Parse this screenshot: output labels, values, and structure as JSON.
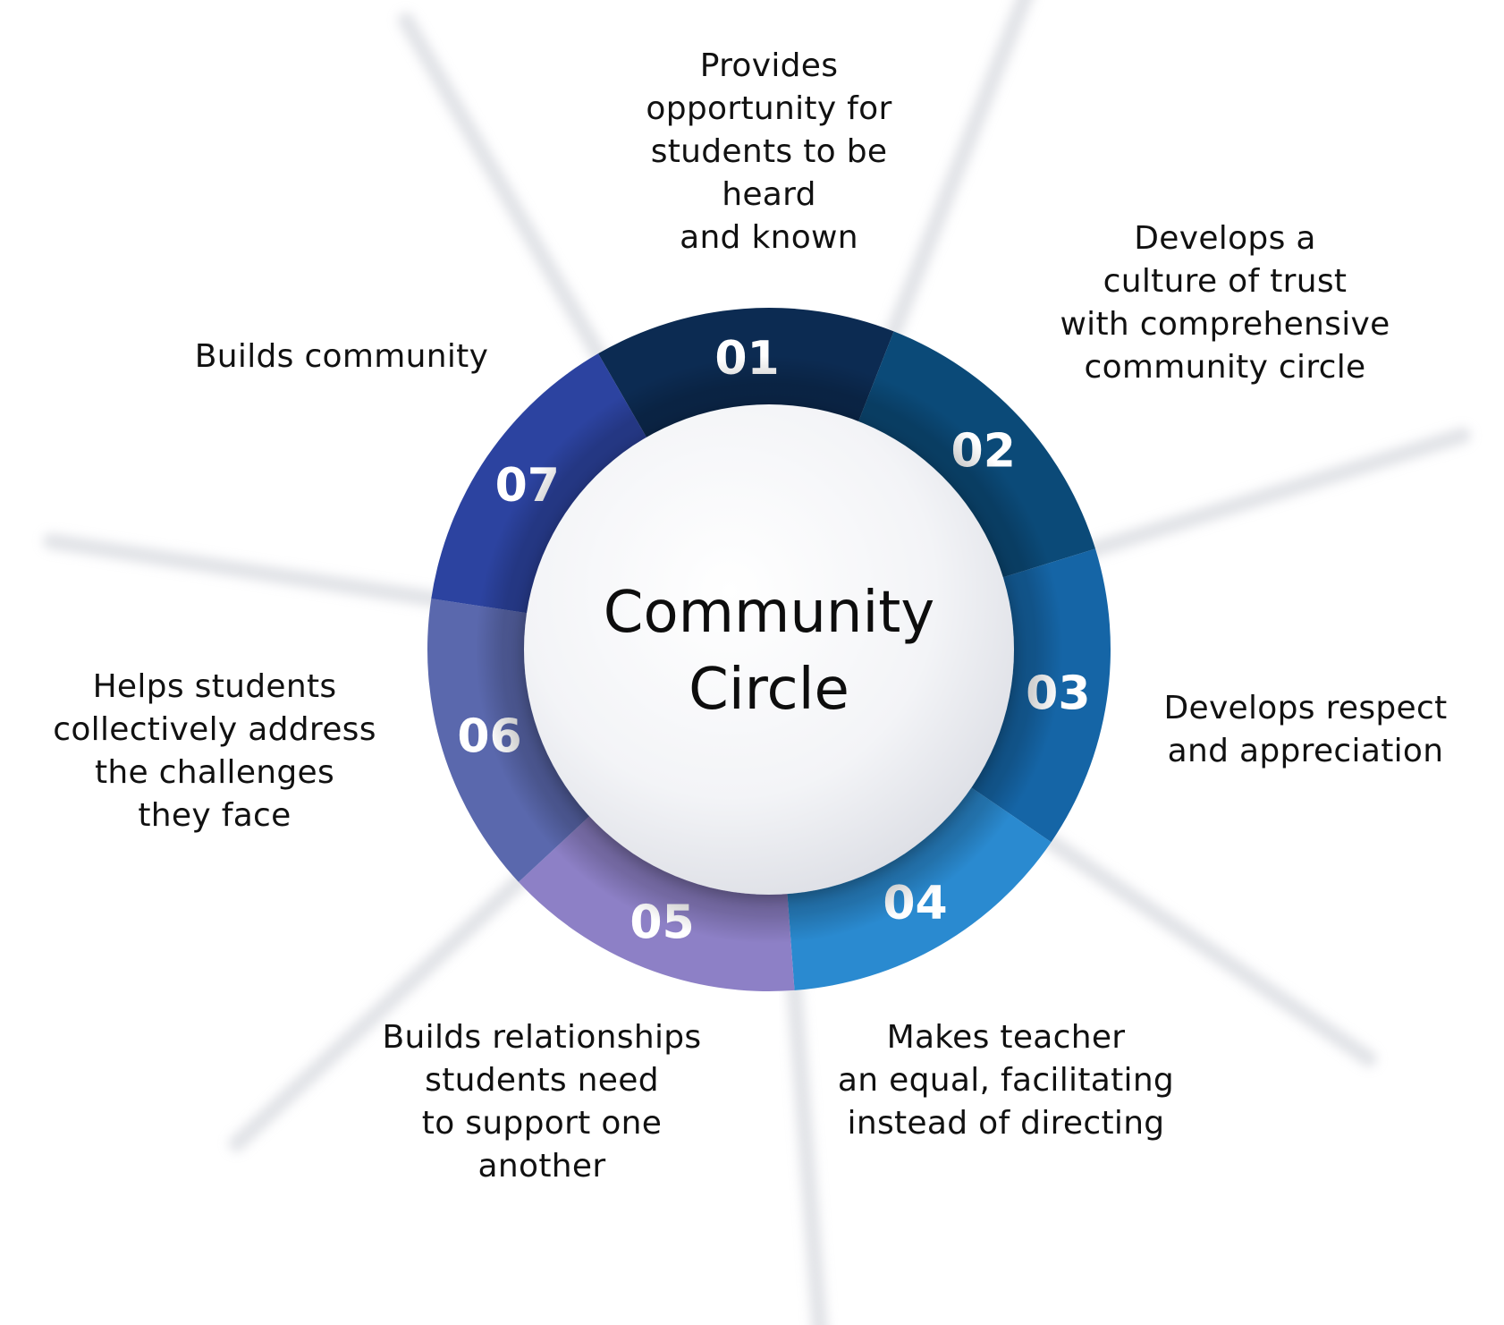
{
  "center": {
    "lines": [
      "Community",
      "Circle"
    ]
  },
  "segments": [
    {
      "number": "01",
      "color": "#0c2b52",
      "lines": [
        "Provides",
        "opportunity for",
        "students to be",
        "heard",
        "and known"
      ]
    },
    {
      "number": "02",
      "color": "#0b4a78",
      "lines": [
        "Develops a",
        "culture of trust",
        "with comprehensive",
        "community circle"
      ]
    },
    {
      "number": "03",
      "color": "#1565a6",
      "lines": [
        "Develops respect",
        "and appreciation"
      ]
    },
    {
      "number": "04",
      "color": "#2a8ad0",
      "lines": [
        "Makes teacher",
        "an equal, facilitating",
        "instead of directing"
      ]
    },
    {
      "number": "05",
      "color": "#8d80c6",
      "lines": [
        "Builds relationships",
        "students need",
        "to support one",
        "another"
      ]
    },
    {
      "number": "06",
      "color": "#5a68ad",
      "lines": [
        "Helps students",
        "collectively address",
        "the challenges",
        "they face"
      ]
    },
    {
      "number": "07",
      "color": "#2c43a0",
      "lines": [
        "Builds community"
      ]
    }
  ]
}
